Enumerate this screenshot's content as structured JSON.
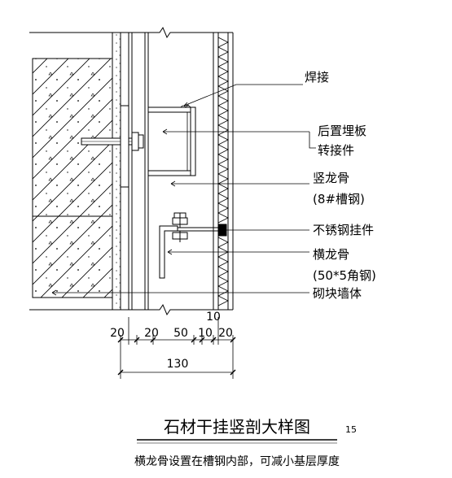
{
  "labels": {
    "weld": "焊接",
    "embed_plate": "后置埋板",
    "adapter": "转接件",
    "vertical_keel": "竖龙骨",
    "vertical_keel_spec": "(8#槽钢)",
    "ss_hanger": "不锈钢挂件",
    "horizontal_keel": "横龙骨",
    "horizontal_keel_spec": "(50*5角钢)",
    "block_wall": "砌块墙体"
  },
  "dimensions": {
    "top_single": "10",
    "row": [
      "20",
      "20",
      "50",
      "10",
      "20"
    ],
    "total": "130"
  },
  "title": {
    "main": "石材干挂竖剖大样图",
    "scale": "15",
    "note": "横龙骨设置在槽钢内部，可减小基层厚度"
  },
  "colors": {
    "line": "#000000",
    "background": "#ffffff"
  }
}
